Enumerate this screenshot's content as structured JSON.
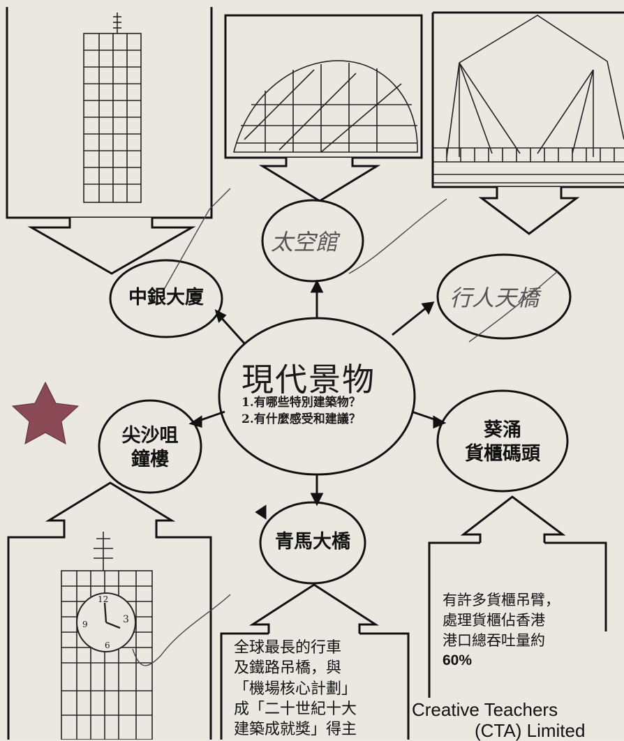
{
  "center": {
    "title": "現代景物",
    "question_1": "1.有哪些特別建築物？",
    "question_2": "2.有什麼感受和建議？"
  },
  "bubbles": {
    "bank_of_china": "中銀大廈",
    "space_museum": "太空館",
    "footbridge": "行人天橋",
    "kwai_chung_line1": "葵涌",
    "kwai_chung_line2": "貨櫃碼頭",
    "tsing_ma": "青馬大橋",
    "clock_tower_line1": "尖沙咀",
    "clock_tower_line2": "鐘樓"
  },
  "boxes": {
    "kwai_chung_note": [
      "有許多貨櫃吊臂，",
      "處理貨櫃佔香港",
      "港口總吞吐量約",
      "60%"
    ],
    "tsing_ma_note": [
      "全球最長的行車",
      "及鐵路吊橋，與",
      "「機場核心計劃」",
      "成「二十世紀十大",
      "建築成就獎」得主"
    ]
  },
  "clock_numbers": [
    "12",
    "3",
    "9",
    "6"
  ],
  "watermark": {
    "line1": "Creative Teachers",
    "line2": "(CTA) Limited"
  },
  "colors": {
    "ink": "#1a1a1a",
    "paper": "#ece9e3",
    "pencil": "#444444",
    "star": "#8a4a55"
  }
}
